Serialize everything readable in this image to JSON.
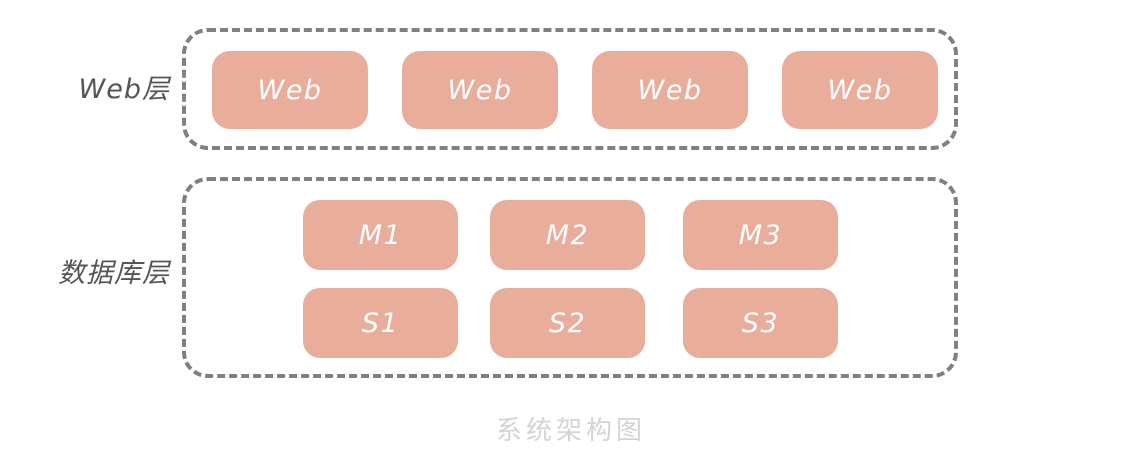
{
  "diagram": {
    "caption": "系统架构图",
    "colors": {
      "node_fill": "#e9ad9c",
      "node_text": "#ffffff",
      "group_border": "#808080",
      "label_text": "#555555",
      "caption_text": "#d4d4d4",
      "background": "#ffffff"
    },
    "tiers": [
      {
        "id": "web-tier",
        "label": "Web层",
        "nodes": [
          {
            "label": "Web"
          },
          {
            "label": "Web"
          },
          {
            "label": "Web"
          },
          {
            "label": "Web"
          }
        ]
      },
      {
        "id": "database-tier",
        "label": "数据库层",
        "rows": [
          {
            "id": "master-row",
            "nodes": [
              {
                "label": "M1"
              },
              {
                "label": "M2"
              },
              {
                "label": "M3"
              }
            ]
          },
          {
            "id": "slave-row",
            "nodes": [
              {
                "label": "S1"
              },
              {
                "label": "S2"
              },
              {
                "label": "S3"
              }
            ]
          }
        ]
      }
    ]
  }
}
